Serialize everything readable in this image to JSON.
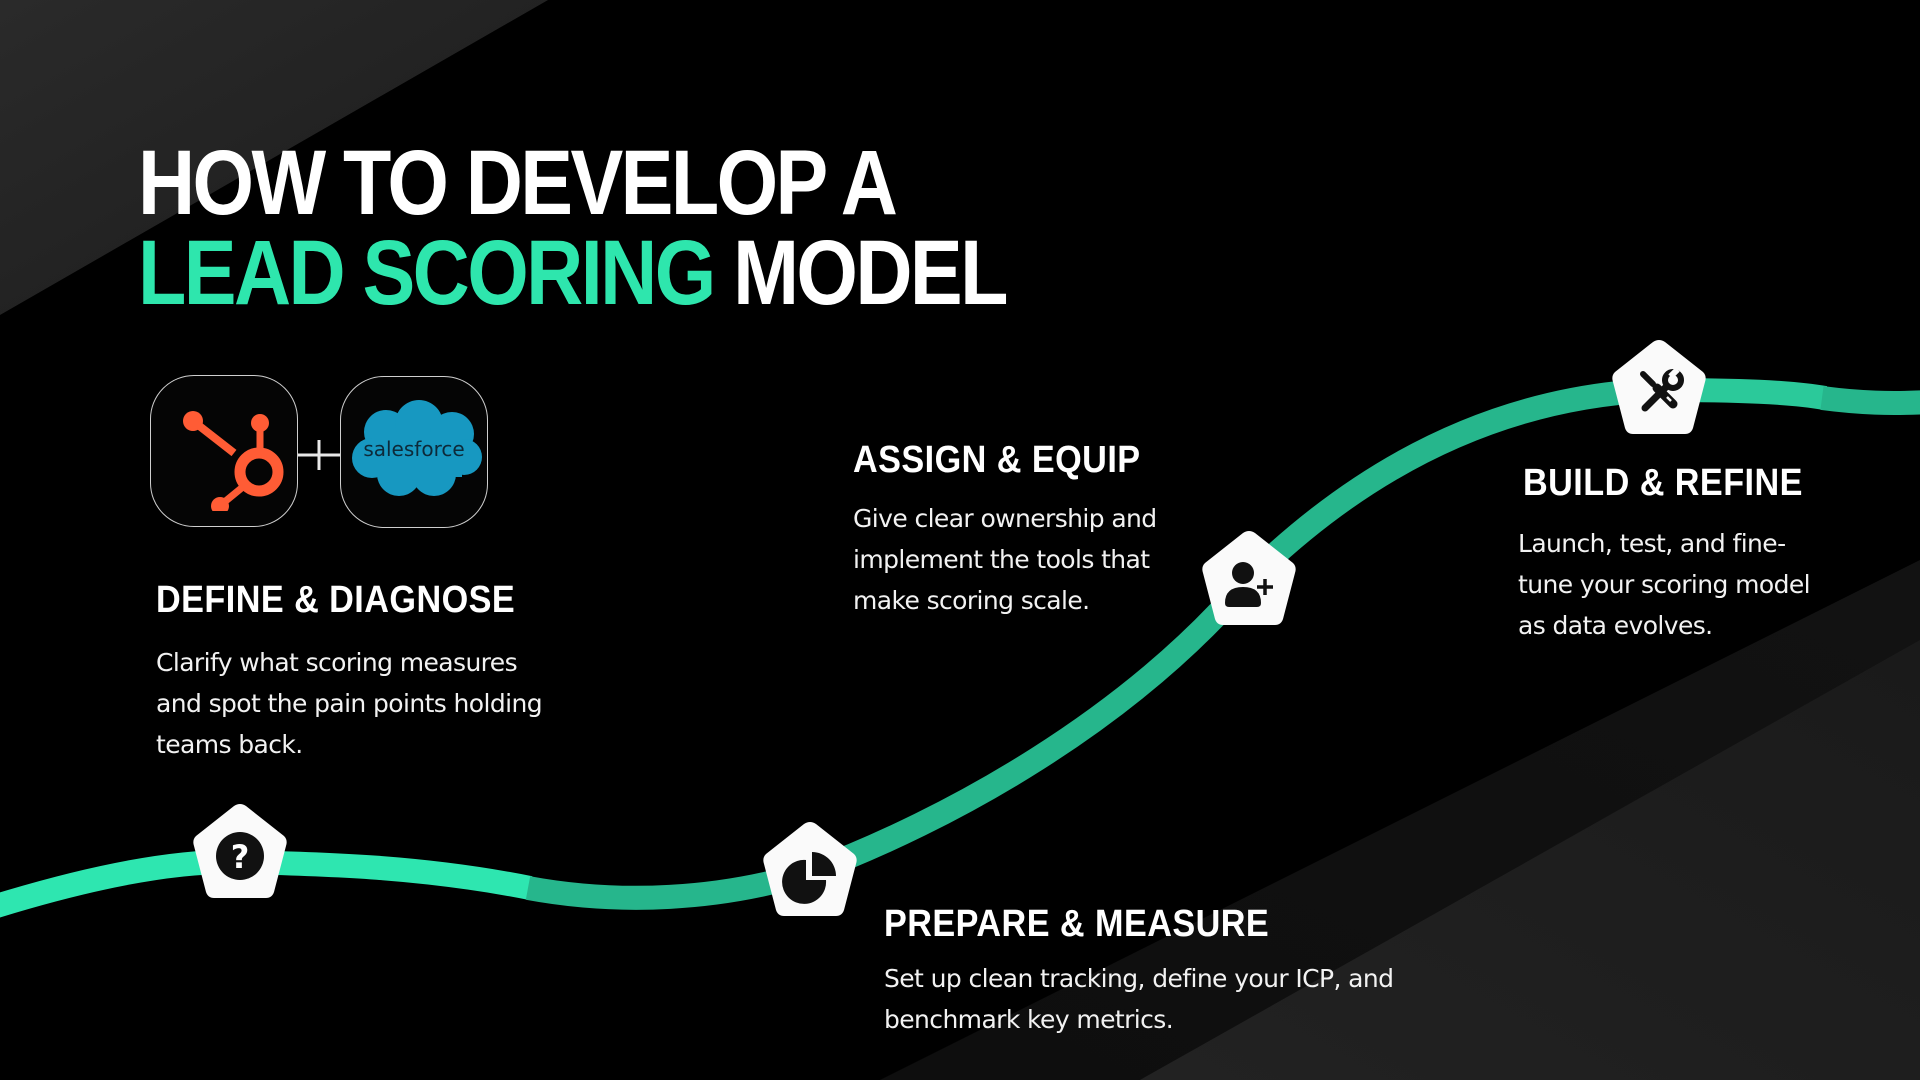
{
  "title": {
    "line1": "HOW TO DEVELOP A",
    "line2_accent": "LEAD SCORING",
    "line2_rest": "MODEL"
  },
  "logos": {
    "left": "hubspot-logo",
    "connector": "+",
    "right_text": "salesforce"
  },
  "steps": [
    {
      "icon": "question-icon",
      "title": "DEFINE & DIAGNOSE",
      "desc_lines": [
        "Clarify what scoring measures",
        "and spot the pain points holding",
        "teams back."
      ]
    },
    {
      "icon": "pie-chart-icon",
      "title": "PREPARE & MEASURE",
      "desc_lines": [
        "Set up clean tracking, define your ICP, and",
        "benchmark key metrics."
      ]
    },
    {
      "icon": "add-user-icon",
      "title": "ASSIGN & EQUIP",
      "desc_lines": [
        "Give clear ownership and",
        "implement the tools that",
        "make scoring scale."
      ]
    },
    {
      "icon": "tools-icon",
      "title": "BUILD & REFINE",
      "desc_lines": [
        "Launch, test, and fine-",
        "tune your scoring model",
        "as data evolves."
      ]
    }
  ],
  "colors": {
    "accent": "#2ee6ad",
    "path_bright": "#2ee6b0",
    "path_dark": "#26b68c",
    "hubspot_orange": "#ff5c35",
    "salesforce_blue": "#1798c1",
    "background": "#000000"
  }
}
